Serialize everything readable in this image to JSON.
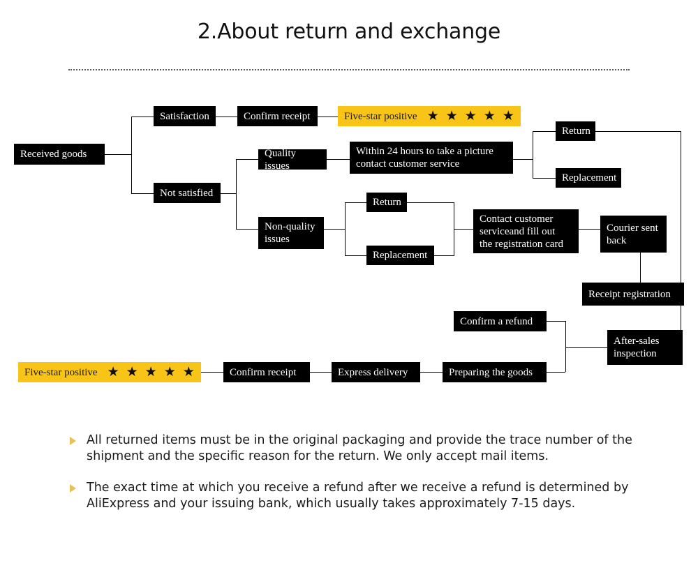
{
  "page": {
    "title": "2.About return and exchange",
    "accent_yellow": "#F7C417",
    "node_bg": "#000000",
    "node_fg": "#ffffff",
    "bullet_color": "#E8C255"
  },
  "flowchart": {
    "type": "flowchart",
    "nodes": {
      "received_goods": "Received goods",
      "satisfaction": "Satisfaction",
      "not_satisfied": "Not satisfied",
      "confirm_receipt_top": "Confirm receipt",
      "five_star_top": "Five-star positive",
      "quality_issues": "Quality issues",
      "within_24h": "Within 24 hours to take a picture\ncontact customer service",
      "return_top": "Return",
      "replacement_top": "Replacement",
      "non_quality_issues": "Non-quality\nissues",
      "return_mid": "Return",
      "replacement_mid": "Replacement",
      "contact_registration": "Contact customer\nserviceand fill out\nthe registration card",
      "courier_sent_back": "Courier sent\nback",
      "receipt_registration": "Receipt registration",
      "after_sales_inspection": "After-sales\ninspection",
      "confirm_refund": "Confirm a refund",
      "preparing_goods": "Preparing the goods",
      "express_delivery": "Express delivery",
      "confirm_receipt_bottom": "Confirm receipt",
      "five_star_bottom": "Five-star positive"
    },
    "stars": {
      "glyph": "★",
      "count": 5
    },
    "edges": [
      "Received goods -> Satisfaction",
      "Received goods -> Not satisfied",
      "Satisfaction -> Confirm receipt",
      "Confirm receipt -> Five-star positive",
      "Not satisfied -> Quality issues",
      "Not satisfied -> Non-quality issues",
      "Quality issues -> Within 24 hours to take a picture contact customer service",
      "Within 24 hours ... -> Return",
      "Within 24 hours ... -> Replacement",
      "Return -> Receipt registration",
      "Non-quality issues -> Return",
      "Non-quality issues -> Replacement",
      "Return -> Contact customer serviceand fill out the registration card",
      "Replacement -> Contact customer serviceand fill out the registration card",
      "Contact customer service ... -> Courier sent back",
      "Courier sent back -> Receipt registration",
      "Receipt registration -> After-sales inspection",
      "After-sales inspection -> Confirm a refund",
      "After-sales inspection -> Preparing the goods",
      "Preparing the goods -> Express delivery",
      "Express delivery -> Confirm receipt",
      "Confirm receipt -> Five-star positive"
    ]
  },
  "notes": [
    "All returned items must be in the original packaging and provide the trace number of the shipment and the specific reason for the return. We only accept mail items.",
    "The exact time at which you receive a refund after we receive a refund is determined by AliExpress and your issuing bank, which usually takes approximately 7-15 days."
  ]
}
